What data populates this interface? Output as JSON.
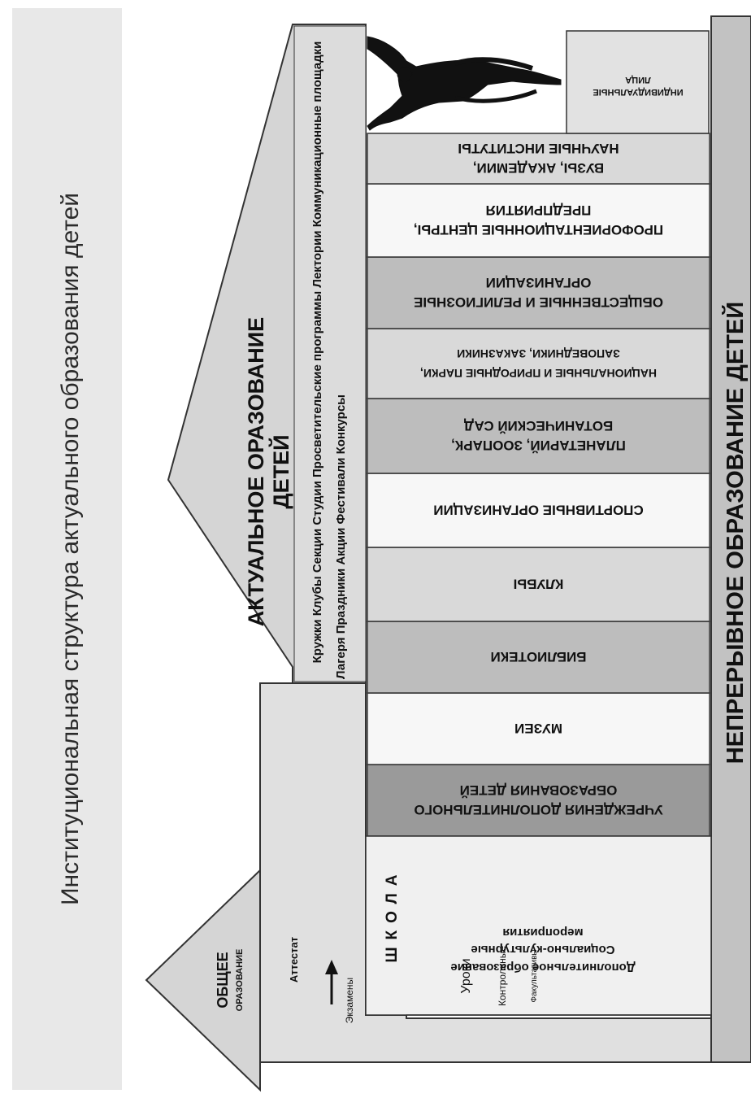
{
  "title": "Институциональная структура актуального образования детей",
  "colors": {
    "background": "#ffffff",
    "title_band": "#e8e8e8",
    "light_gray": "#d9d9d9",
    "mid_gray": "#bdbdbd",
    "dark_gray": "#9a9a9a",
    "white": "#f7f7f7",
    "stroke": "#333333"
  },
  "actual_education": {
    "label_line1": "АКТУАЛЬНОЕ ОРАЗОВАНИЕ",
    "label_line2": "ДЕТЕЙ",
    "forms_line1": "Кружки Клубы Секции Студии Просветительские программы Лектории Коммуникационные площадки",
    "forms_line2": "Лагеря Праздники Акции Фестивали Конкурсы"
  },
  "general_education": {
    "label_line1": "ОБЩЕЕ",
    "label_line2": "ОРАЗОВАНИЕ",
    "attestat": "Аттестат",
    "exams": "Экзамены",
    "school": "ШКОЛА",
    "lessons": "Уроки",
    "tests": "Контрольные",
    "electives": "Факультативы",
    "extra_line1": "Дополнительное образование",
    "extra_line2": "Социально-культурные",
    "extra_line3": "мероприятия"
  },
  "institutions": [
    {
      "line1": "УЧРЕЖДЕНИЯ ДОПОЛНИТЕЛЬНОГО",
      "line2": "ОБРАЗОВАНИЯ ДЕТЕЙ",
      "shade": "dark_gray"
    },
    {
      "line1": "МУЗЕИ",
      "line2": "",
      "shade": "white"
    },
    {
      "line1": "БИБЛИОТЕКИ",
      "line2": "",
      "shade": "mid_gray"
    },
    {
      "line1": "КЛУБЫ",
      "line2": "",
      "shade": "light_gray"
    },
    {
      "line1": "СПОРТИВНЫЕ ОРГАНИЗАЦИИ",
      "line2": "",
      "shade": "white"
    },
    {
      "line1": "ПЛАНЕТАРИЙ, ЗООПАРК,",
      "line2": "БОТАНИЧЕСКИЙ САД",
      "shade": "mid_gray"
    },
    {
      "line1": "НАЦИОНАЛЬНЫЕ И ПРИРОДНЫЕ ПАРКИ,",
      "line2": "ЗАПОВЕДНИКИ, ЗАКАЗНИКИ",
      "shade": "light_gray"
    },
    {
      "line1": "ОБЩЕСТВЕННЫЕ И РЕЛИГИОЗНЫЕ",
      "line2": "ОРГАНИЗАЦИИ",
      "shade": "mid_gray"
    },
    {
      "line1": "ПРОФОРИЕНТАЦИОННЫЕ ЦЕНТРЫ,",
      "line2": "ПРЕДПРИЯТИЯ",
      "shade": "white"
    },
    {
      "line1": "ВУЗЫ, АКАДЕМИИ,",
      "line2": "НАУЧНЫЕ ИНСТИТУТЫ",
      "shade": "light_gray"
    }
  ],
  "individuals": {
    "line1": "ИНДИВИДУАЛЬНЫЕ",
    "line2": "ЛИЦА"
  },
  "continuous_education": "НЕПРЕРЫВНОЕ ОБРАЗОВАНИЕ ДЕТЕЙ"
}
